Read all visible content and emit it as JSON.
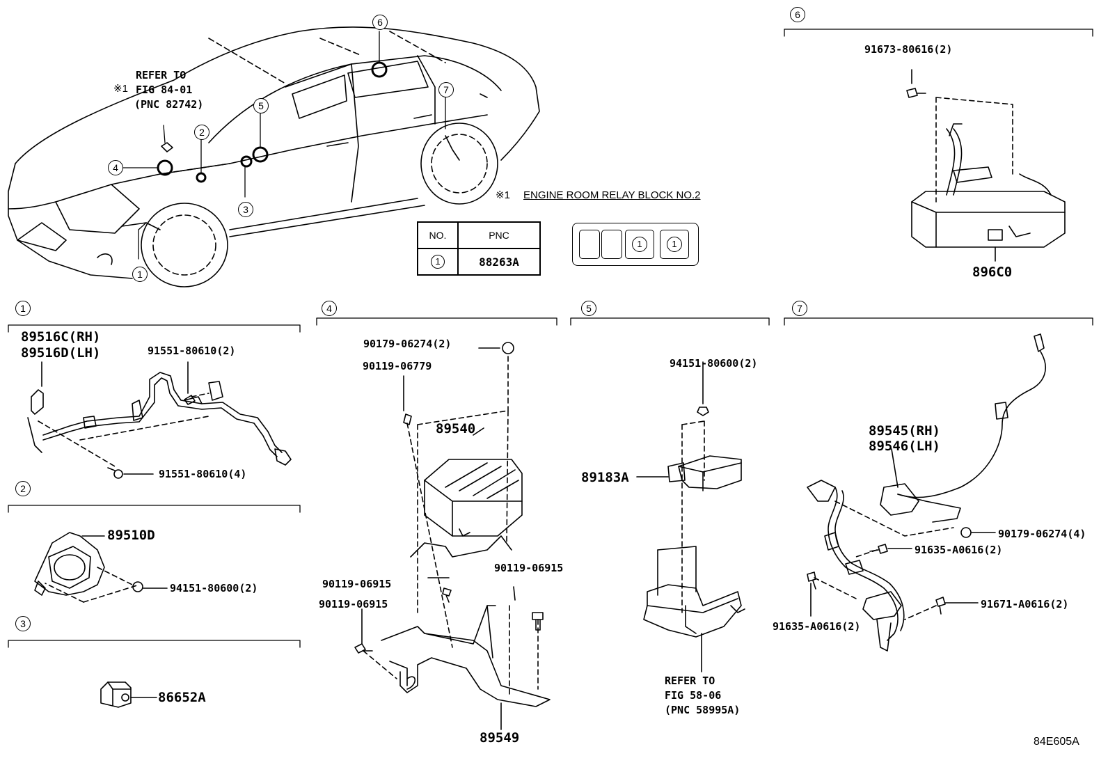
{
  "callouts": {
    "c1": "1",
    "c2": "2",
    "c3": "3",
    "c4": "4",
    "c5": "5",
    "c6": "6",
    "c7": "7"
  },
  "refer_note": {
    "line1": "REFER TO",
    "mark": "※1",
    "line2": "FIG 84-01",
    "line3": "(PNC 82742)"
  },
  "footnote": {
    "mark": "※1",
    "text": "ENGINE ROOM RELAY BLOCK NO.2"
  },
  "pnc_table": {
    "header_no": "NO.",
    "header_pnc": "PNC",
    "rows": [
      {
        "no": "1",
        "pnc": "88263A"
      }
    ]
  },
  "chip_box": {
    "cells": [
      "",
      "",
      "1",
      "1"
    ]
  },
  "sections": {
    "s1": {
      "number": "1",
      "labels": [
        "89516C(RH)",
        "89516D(LH)",
        "91551-80610(2)",
        "91551-80610(4)"
      ]
    },
    "s2": {
      "number": "2",
      "labels": [
        "89510D",
        "94151-80600(2)"
      ]
    },
    "s3": {
      "number": "3",
      "labels": [
        "86652A"
      ]
    },
    "s4": {
      "number": "4",
      "labels": [
        "90179-06274(2)",
        "90119-06779",
        "89540",
        "90119-06915",
        "90119-06915",
        "90119-06915",
        "89549"
      ]
    },
    "s5": {
      "number": "5",
      "labels": [
        "94151-80600(2)",
        "89183A"
      ],
      "refer": {
        "line1": "REFER TO",
        "line2": "FIG 58-06",
        "line3": "(PNC 58995A)"
      }
    },
    "s6": {
      "number": "6",
      "labels": [
        "91673-80616(2)",
        "896C0"
      ]
    },
    "s7": {
      "number": "7",
      "labels": [
        "89545(RH)",
        "89546(LH)",
        "90179-06274(4)",
        "91635-A0616(2)",
        "91635-A0616(2)",
        "91671-A0616(2)"
      ]
    }
  },
  "figure_id": "84E605A"
}
